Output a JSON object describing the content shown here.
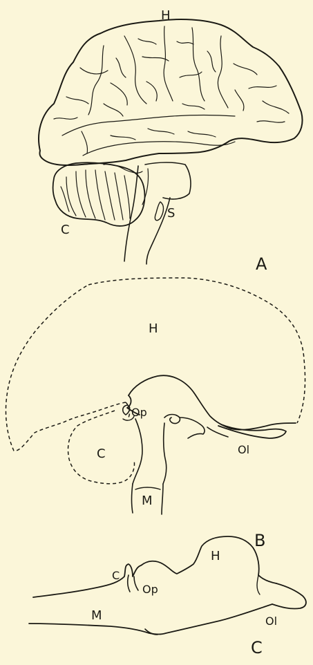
{
  "panels": {
    "a": {
      "panel_label": "A",
      "hemisphere_label": "H",
      "cerebellum_label": "C",
      "stem_label": "S"
    },
    "b": {
      "panel_label": "B",
      "hemisphere_label": "H",
      "optic_label": "Op",
      "cerebellum_label": "C",
      "medulla_label": "M",
      "olfactory_label": "Ol"
    },
    "c": {
      "panel_label": "C",
      "hemisphere_label": "H",
      "cerebellum_label": "C",
      "optic_label": "Op",
      "medulla_label": "M",
      "olfactory_label": "Ol"
    }
  },
  "colors": {
    "paper": "#fbf6d9",
    "ink": "#1b1a14"
  }
}
